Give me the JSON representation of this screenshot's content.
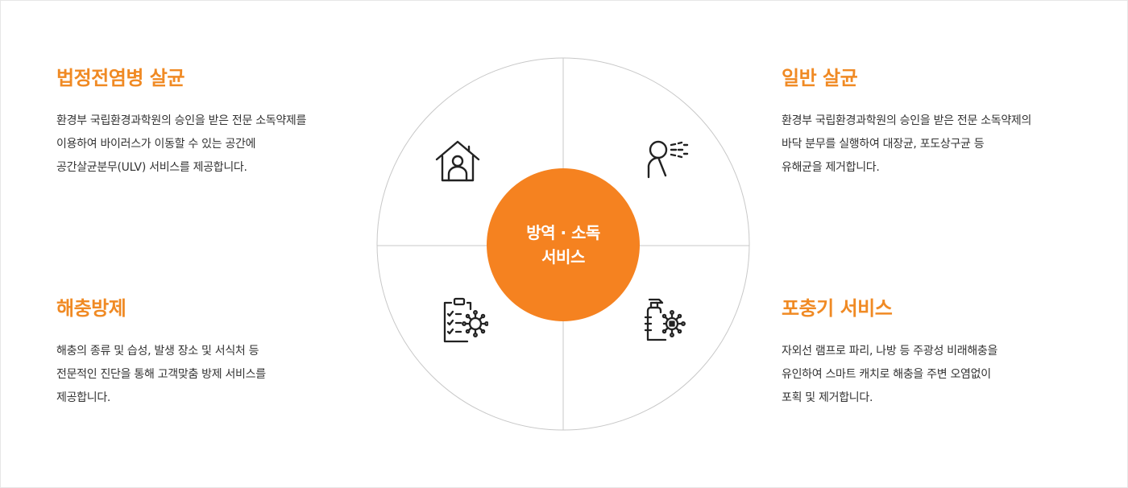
{
  "blocks": [
    {
      "title": "법정전염병 살균",
      "lines": [
        "환경부 국립환경과학원의 승인을 받은 전문 소독약제를",
        "이용하여 바이러스가 이동할 수 있는 공간에",
        "공간살균분무(ULV) 서비스를 제공합니다."
      ]
    },
    {
      "title": "일반 살균",
      "lines": [
        "환경부 국립환경과학원의 승인을 받은 전문 소독약제의",
        "바닥 분무를 실행하여 대장균, 포도상구균 등",
        "유해균을 제거합니다."
      ]
    },
    {
      "title": "해충방제",
      "lines": [
        "해충의 종류 및 습성, 발생 장소 및 서식처 등",
        "전문적인 진단을 통해 고객맞춤 방제 서비스를",
        "제공합니다."
      ]
    },
    {
      "title": "포충기 서비스",
      "lines": [
        "자외선 램프로 파리, 나방 등 주광성 비래해충을",
        "유인하여 스마트 캐치로 해충을 주변 오염없이",
        "포획 및 제거합니다."
      ]
    }
  ],
  "center": {
    "line1": "방역 · 소독",
    "line2": "서비스"
  },
  "icons": {
    "top_left": "house-person-icon",
    "top_right": "person-spray-icon",
    "bottom_left": "clipboard-virus-icon",
    "bottom_right": "spray-bottle-virus-icon"
  },
  "colors": {
    "accent": "#f58220",
    "title": "#f08a24",
    "text": "#333333",
    "line": "#c8c8c8"
  }
}
